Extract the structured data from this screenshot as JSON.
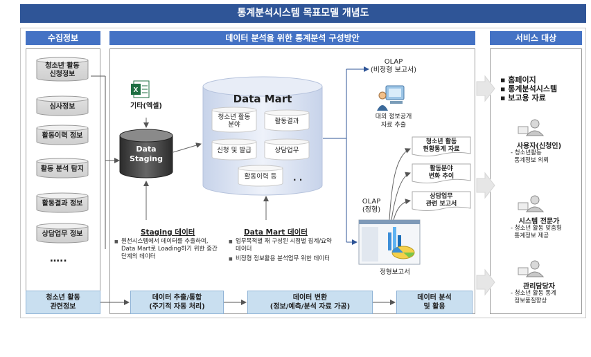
{
  "title": "통계분석시스템 목표모델 개념도",
  "columns": {
    "left": "수집정보",
    "center": "데이터 분석을 위한 통계분석 구성방안",
    "right": "서비스 대상"
  },
  "sources": [
    "청소년 활동\n신청정보",
    "심사정보",
    "활동이력 정보",
    "활동 분석 탐지",
    "활동결과 정보",
    "상담업무 정보"
  ],
  "sources_more": "…..",
  "source_footer": "청소년 활동\n관련정보",
  "excel_label": "기타(엑셀)",
  "staging": {
    "label": "Data\nStaging",
    "title": "Staging 데이터",
    "bullets": [
      "원천시스템에서 데이터를 추출하여, Data Mart로 Loading하기 위한 중간 단계의 데이터"
    ]
  },
  "datamart": {
    "title": "Data Mart",
    "items": [
      "청소년 활동\n분야",
      "활동결과",
      "신청 및 발급",
      "상담업무",
      "활동이력 등"
    ],
    "ellipsis": ". .",
    "caption": "Data Mart 데이터",
    "bullets": [
      "업무목적별 재 구성된 시점별 집계/요약데이터",
      "비정형 정보활용 분석업무 위한 데이터"
    ]
  },
  "olap_unstructured": {
    "title": "OLAP\n(비정형 보고서)",
    "caption": "대외 정보공개\n자료 추출"
  },
  "olap_structured": {
    "title": "OLAP\n(정형)",
    "caption": "정형보고서",
    "reports": [
      "청소년 활동\n현황통계 자료",
      "활동분야\n변화 추이",
      "상담업무\n관련 보고서"
    ]
  },
  "flow": [
    "데이터 추출/통합\n(주기적 자동 처리)",
    "데이터 변환\n(정보/예측/분석 자료 가공)",
    "데이터 분석\n및 활용"
  ],
  "services": [
    "홈페이지",
    "통계분석시스템",
    "보고용 자료"
  ],
  "personas": [
    {
      "title": "사용자(신청인)",
      "desc": "- 청소년활동\n  통계정보 의뢰"
    },
    {
      "title": "시스템 전문가",
      "desc": "- 청소년 활동 맞춤형\n  통계정보 제공"
    },
    {
      "title": "관리담당자",
      "desc": "- 청소년 활동 통계\n  정보품질향상"
    }
  ],
  "colors": {
    "banner": "#2f5597",
    "column_header": "#4472c4",
    "flow_box": "#c9dff0",
    "staging": "#404040",
    "datamart": "#dfe6f3"
  }
}
